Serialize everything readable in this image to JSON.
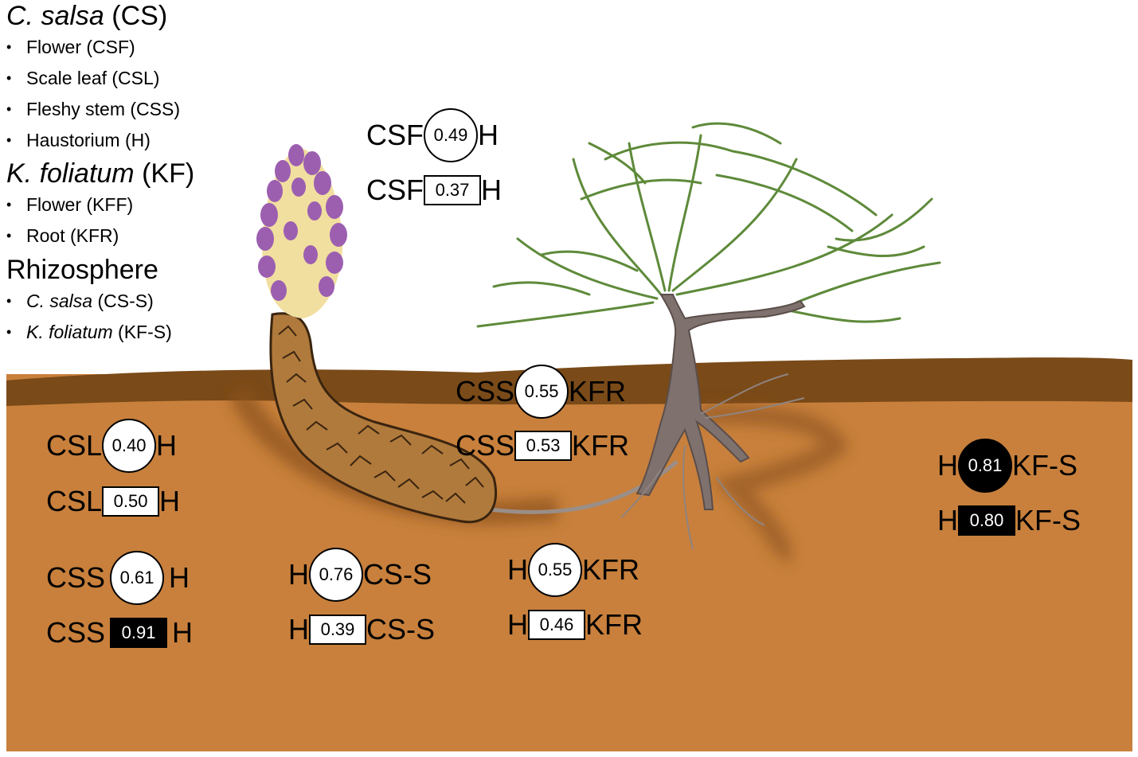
{
  "legend": {
    "cs_species": "C. salsa",
    "cs_abbr": "(CS)",
    "cs_items": [
      {
        "label": "Flower (CSF)"
      },
      {
        "label": "Scale leaf (CSL)"
      },
      {
        "label": "Fleshy stem (CSS)"
      },
      {
        "label": "Haustorium (H)"
      }
    ],
    "kf_species": "K. foliatum",
    "kf_abbr": "(KF)",
    "kf_items": [
      {
        "label": "Flower (KFF)"
      },
      {
        "label": "Root (KFR)"
      }
    ],
    "rhizo_title": "Rhizosphere",
    "rhizo_items": [
      {
        "species": "C. salsa",
        "abbr": "(CS-S)"
      },
      {
        "species": "K. foliatum",
        "abbr": "(KF-S)"
      }
    ]
  },
  "comparisons": [
    {
      "left": "CSF",
      "right": "H",
      "value": "0.49",
      "shape": "circle",
      "fill": "white"
    },
    {
      "left": "CSF",
      "right": "H",
      "value": "0.37",
      "shape": "square",
      "fill": "white"
    },
    {
      "left": "CSS",
      "right": "KFR",
      "value": "0.55",
      "shape": "circle",
      "fill": "white"
    },
    {
      "left": "CSS",
      "right": "KFR",
      "value": "0.53",
      "shape": "square",
      "fill": "white"
    },
    {
      "left": "CSL",
      "right": "H",
      "value": "0.40",
      "shape": "circle",
      "fill": "white"
    },
    {
      "left": "CSL",
      "right": "H",
      "value": "0.50",
      "shape": "square",
      "fill": "white"
    },
    {
      "left": "CSS",
      "right": "H",
      "value": "0.61",
      "shape": "circle",
      "fill": "white"
    },
    {
      "left": "CSS",
      "right": "H",
      "value": "0.91",
      "shape": "square",
      "fill": "black"
    },
    {
      "left": "H",
      "right": "CS-S",
      "value": "0.76",
      "shape": "circle",
      "fill": "white"
    },
    {
      "left": "H",
      "right": "CS-S",
      "value": "0.39",
      "shape": "square",
      "fill": "white"
    },
    {
      "left": "H",
      "right": "KFR",
      "value": "0.55",
      "shape": "circle",
      "fill": "white"
    },
    {
      "left": "H",
      "right": "KFR",
      "value": "0.46",
      "shape": "square",
      "fill": "white"
    },
    {
      "left": "H",
      "right": "KF-S",
      "value": "0.81",
      "shape": "circle",
      "fill": "black"
    },
    {
      "left": "H",
      "right": "KF-S",
      "value": "0.80",
      "shape": "square",
      "fill": "black"
    }
  ],
  "colors": {
    "soil": "#c8803c",
    "soil_dark": "#7a4a18",
    "foliage": "#5e8a3a",
    "trunk": "#7f716e",
    "stem": "#b07a3c",
    "flower_purple": "#9c5fb0",
    "flower_cream": "#f1dfa0"
  }
}
